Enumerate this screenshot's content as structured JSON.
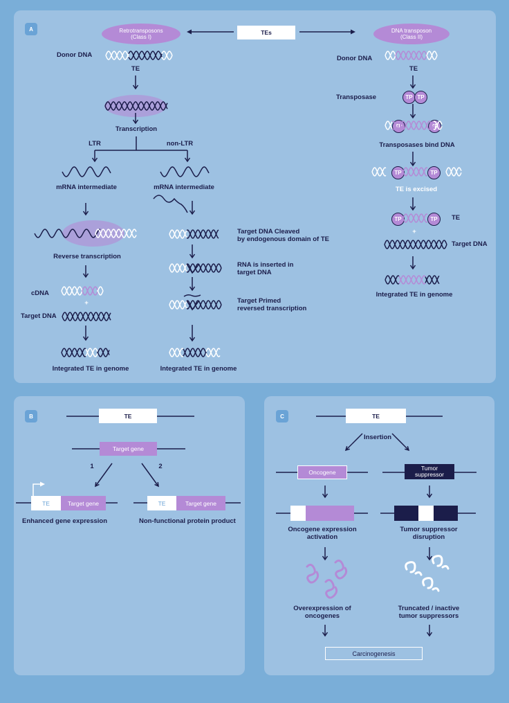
{
  "panelA": {
    "badge": "A",
    "center_label": "TEs",
    "retro_pill": {
      "line1": "Retrotransposons",
      "line2": "(Class I)"
    },
    "dna_pill": {
      "line1": "DNA transposon",
      "line2": "(Class II)"
    },
    "retro": {
      "donor_dna": "Donor DNA",
      "te": "TE",
      "transcription": "Transcription",
      "ltr": "LTR",
      "non_ltr": "non-LTR",
      "mrna_ltr": "mRNA intermediate",
      "mrna_nonltr": "mRNA intermediate",
      "reverse_transcription": "Reverse transcription",
      "cdna": "cDNA",
      "plus": "+",
      "target_dna": "Target DNA",
      "integrated_ltr": "Integrated TE in genome",
      "cleaved": {
        "line1": "Target DNA Cleaved",
        "line2": "by endogenous domain of TE"
      },
      "rna_inserted": {
        "line1": "RNA is inserted in",
        "line2": "target DNA"
      },
      "target_primed": {
        "line1": "Target Primed",
        "line2": "reversed transcription"
      },
      "integrated_nonltr": "Integrated TE in genome"
    },
    "dna": {
      "donor_dna": "Donor DNA",
      "te": "TE",
      "transposase": "Transposase",
      "tp": "TP",
      "bind": "Transposases bind DNA",
      "excised": "TE is excised",
      "te2": "TE",
      "plus": "+",
      "target_dna": "Target DNA",
      "integrated": "Integrated TE in genome"
    }
  },
  "panelB": {
    "badge": "B",
    "te": "TE",
    "target_gene": "Target gene",
    "path1": "1",
    "path2": "2",
    "te_small": "TE",
    "target_gene_left": "Target gene",
    "te_small2": "TE",
    "target_gene_right": "Target gene",
    "enhanced": "Enhanced gene expression",
    "nonfunctional": "Non-functional protein product"
  },
  "panelC": {
    "badge": "C",
    "te": "TE",
    "insertion": "Insertion",
    "oncogene": "Oncogene",
    "tumor_suppressor": {
      "line1": "Tumor",
      "line2": "suppressor"
    },
    "onco_activation": {
      "line1": "Oncogene expression",
      "line2": "activation"
    },
    "ts_disruption": {
      "line1": "Tumor suppressor",
      "line2": "disruption"
    },
    "overexpression": {
      "line1": "Overexpression of",
      "line2": "oncogenes"
    },
    "truncated": {
      "line1": "Truncated / inactive",
      "line2": "tumor suppressors"
    },
    "carcinogenesis": "Carcinogenesis"
  },
  "colors": {
    "background": "#7aaed8",
    "panel": "#9dc1e2",
    "navy": "#1b1d4a",
    "purple": "#b48ad6",
    "white": "#ffffff"
  }
}
